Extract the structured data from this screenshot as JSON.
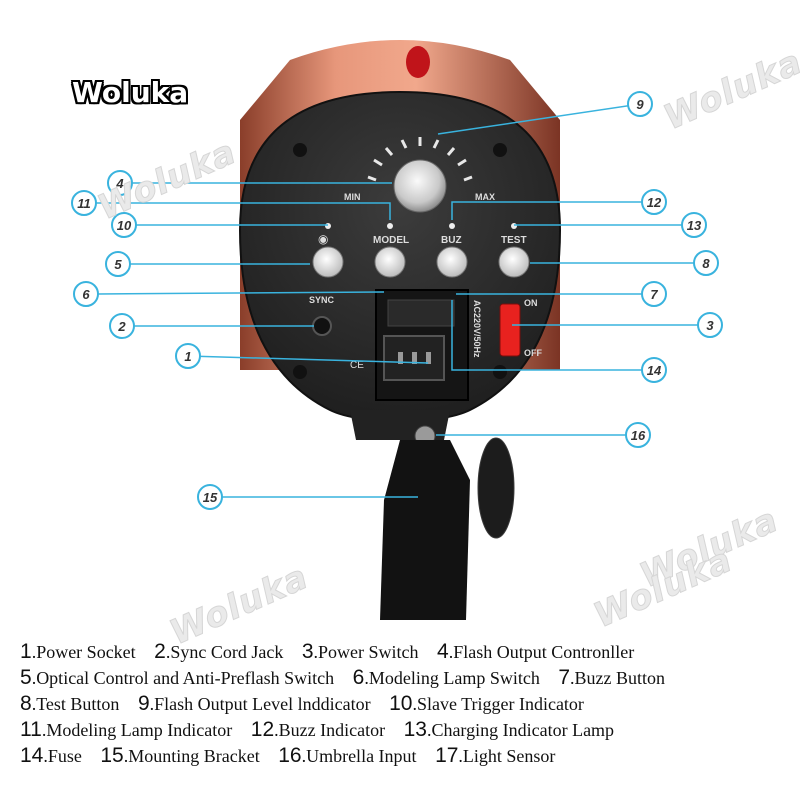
{
  "brand_watermark": "Woluka",
  "logo_text": "Woluka",
  "panel_labels": {
    "min": "MIN",
    "max": "MAX",
    "model": "MODEL",
    "buz": "BUZ",
    "test": "TEST",
    "sync": "SYNC",
    "on": "ON",
    "off": "OFF",
    "voltage": "AC220V/50Hz",
    "ce": "CE"
  },
  "callouts": [
    "1",
    "2",
    "3",
    "4",
    "5",
    "6",
    "7",
    "8",
    "9",
    "10",
    "11",
    "12",
    "13",
    "14",
    "15",
    "16"
  ],
  "legend": [
    [
      {
        "num": "1",
        "text": ".Power Socket"
      },
      {
        "num": "2",
        "text": ".Sync Cord Jack"
      },
      {
        "num": "3",
        "text": ".Power Switch"
      },
      {
        "num": "4",
        "text": ".Flash Output Contronller"
      }
    ],
    [
      {
        "num": "5",
        "text": ".Optical Control and Anti-Preflash Switch"
      },
      {
        "num": "6",
        "text": ".Modeling Lamp Switch"
      },
      {
        "num": "7",
        "text": ".Buzz Button"
      }
    ],
    [
      {
        "num": "8",
        "text": ".Test Button"
      },
      {
        "num": "9",
        "text": ".Flash Output Level lnddicator"
      },
      {
        "num": "10",
        "text": ".Slave Trigger Indicator"
      }
    ],
    [
      {
        "num": "11",
        "text": ".Modeling Lamp Indicator"
      },
      {
        "num": "12",
        "text": ".Buzz Indicator"
      },
      {
        "num": "13",
        "text": ".Charging Indicator Lamp"
      }
    ],
    [
      {
        "num": "14",
        "text": ".Fuse"
      },
      {
        "num": "15",
        "text": ".Mounting Bracket"
      },
      {
        "num": "16",
        "text": ".Umbrella Input"
      },
      {
        "num": "17",
        "text": ".Light Sensor"
      }
    ]
  ],
  "colors": {
    "callout": "#39b3de",
    "body": "#2a2a2a",
    "housing": "#d9826a",
    "power_switch": "#e8221f"
  }
}
